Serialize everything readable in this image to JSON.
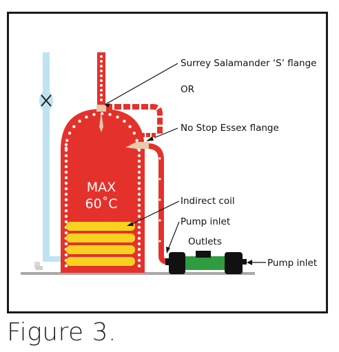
{
  "figure": {
    "caption": "Figure 3.",
    "cylinder_label": [
      "MAX",
      "60˚C"
    ],
    "callouts": {
      "surrey_flange": "Surrey Salamander ‘S’ flange",
      "or": "OR",
      "essex_flange": "No Stop Essex flange",
      "indirect_coil": "Indirect coil",
      "pump_inlet_top": "Pump inlet",
      "outlets": "Outlets",
      "pump_inlet_right": "Pump inlet"
    },
    "valve_symbol": "X"
  },
  "colors": {
    "cylinder": "#e5312b",
    "cold_pipe": "#bfe3f3",
    "coil": "#f7d21e",
    "pump_body": "#2f9d3f",
    "pump_ends": "#111111",
    "flange": "#e8c9a8",
    "ground": "#a8a8a8"
  }
}
